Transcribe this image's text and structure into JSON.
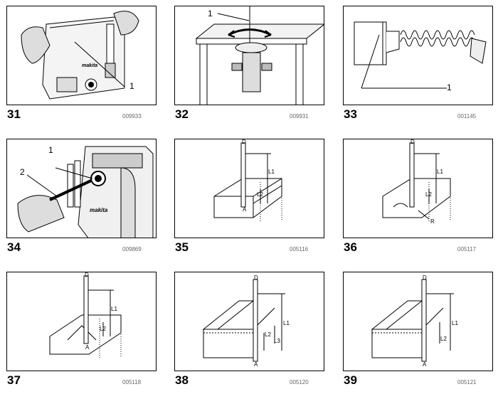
{
  "figures": [
    {
      "number": "31",
      "code": "009933",
      "callouts": [
        "1"
      ],
      "brand": "makita"
    },
    {
      "number": "32",
      "code": "009931",
      "callouts": [
        "1"
      ]
    },
    {
      "number": "33",
      "code": "001145",
      "callouts": [
        "1"
      ]
    },
    {
      "number": "34",
      "code": "009869",
      "callouts": [
        "1",
        "2"
      ],
      "brand": "makita"
    },
    {
      "number": "35",
      "code": "005116",
      "labels": [
        "D",
        "L1",
        "L2",
        "A"
      ]
    },
    {
      "number": "36",
      "code": "005117",
      "labels": [
        "D",
        "L1",
        "L2",
        "R"
      ]
    },
    {
      "number": "37",
      "code": "005118",
      "labels": [
        "D",
        "L1",
        "L2",
        "A"
      ]
    },
    {
      "number": "38",
      "code": "005120",
      "labels": [
        "D",
        "L1",
        "L2",
        "L3",
        "A"
      ]
    },
    {
      "number": "39",
      "code": "005121",
      "labels": [
        "D",
        "L1",
        "L2",
        "A"
      ]
    }
  ]
}
